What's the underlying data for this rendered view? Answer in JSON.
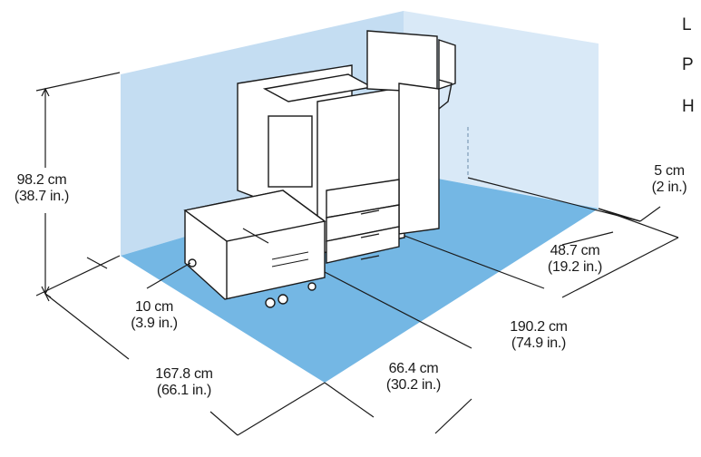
{
  "side_labels": [
    "L",
    "P",
    "H"
  ],
  "dimensions": {
    "height": {
      "cm": "98.2 cm",
      "in": "(38.7 in.)"
    },
    "left_clearance": {
      "cm": "10 cm",
      "in": "(3.9 in.)"
    },
    "total_depth": {
      "cm": "167.8 cm",
      "in": "(66.1 in.)"
    },
    "front_clearance": {
      "cm": "66.4 cm",
      "in": "(30.2 in.)"
    },
    "total_width": {
      "cm": "190.2 cm",
      "in": "(74.9 in.)"
    },
    "right_clearance": {
      "cm": "48.7 cm",
      "in": "(19.2 in.)"
    },
    "rear_clearance": {
      "cm": "5 cm",
      "in": "(2 in.)"
    }
  },
  "colors": {
    "floor": "#74b7e4",
    "back_wall": "#c4ddf2",
    "right_wall": "#d9e9f7",
    "line": "#1a1a1a"
  }
}
